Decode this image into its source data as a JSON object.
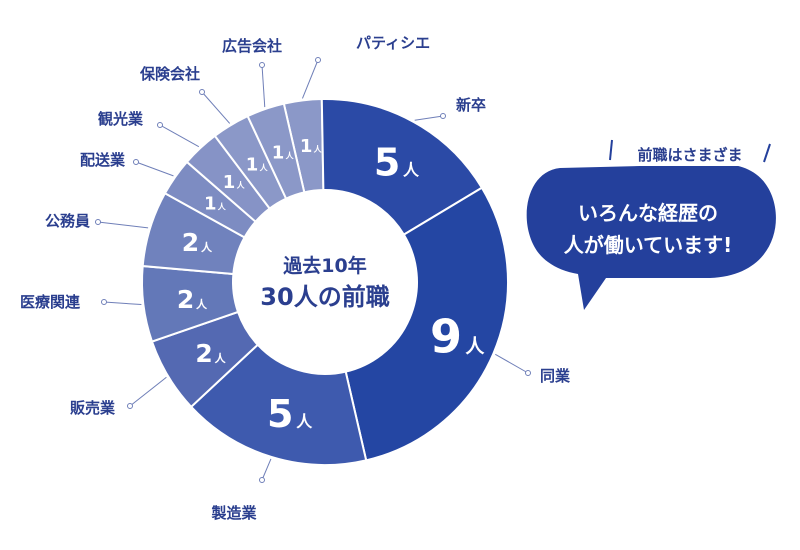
{
  "colors": {
    "accent": "#2446a3",
    "label": "#2b3f8f",
    "bubble": "#24409c",
    "slices": [
      "#8b98c8",
      "#2b4aa6",
      "#2446a3",
      "#3e5aae",
      "#5469b2",
      "#6378b8",
      "#7082bd",
      "#7d8cc2",
      "#8693c6",
      "#8b98c8",
      "#8b98c8"
    ]
  },
  "center": {
    "line1": "過去10年",
    "line2": "30人の前職"
  },
  "unit": "人",
  "bubble": {
    "tag": "前職はさまざま",
    "line1": "いろんな経歴の",
    "line2": "人が働いています!"
  },
  "chart_data": {
    "type": "pie",
    "title": "",
    "total": 30,
    "categories": [
      "パティシエ",
      "新卒",
      "同業",
      "製造業",
      "販売業",
      "医療関連",
      "公務員",
      "配送業",
      "観光業",
      "保険会社",
      "広告会社"
    ],
    "values": [
      1,
      5,
      9,
      5,
      2,
      2,
      2,
      1,
      1,
      1,
      1
    ]
  }
}
